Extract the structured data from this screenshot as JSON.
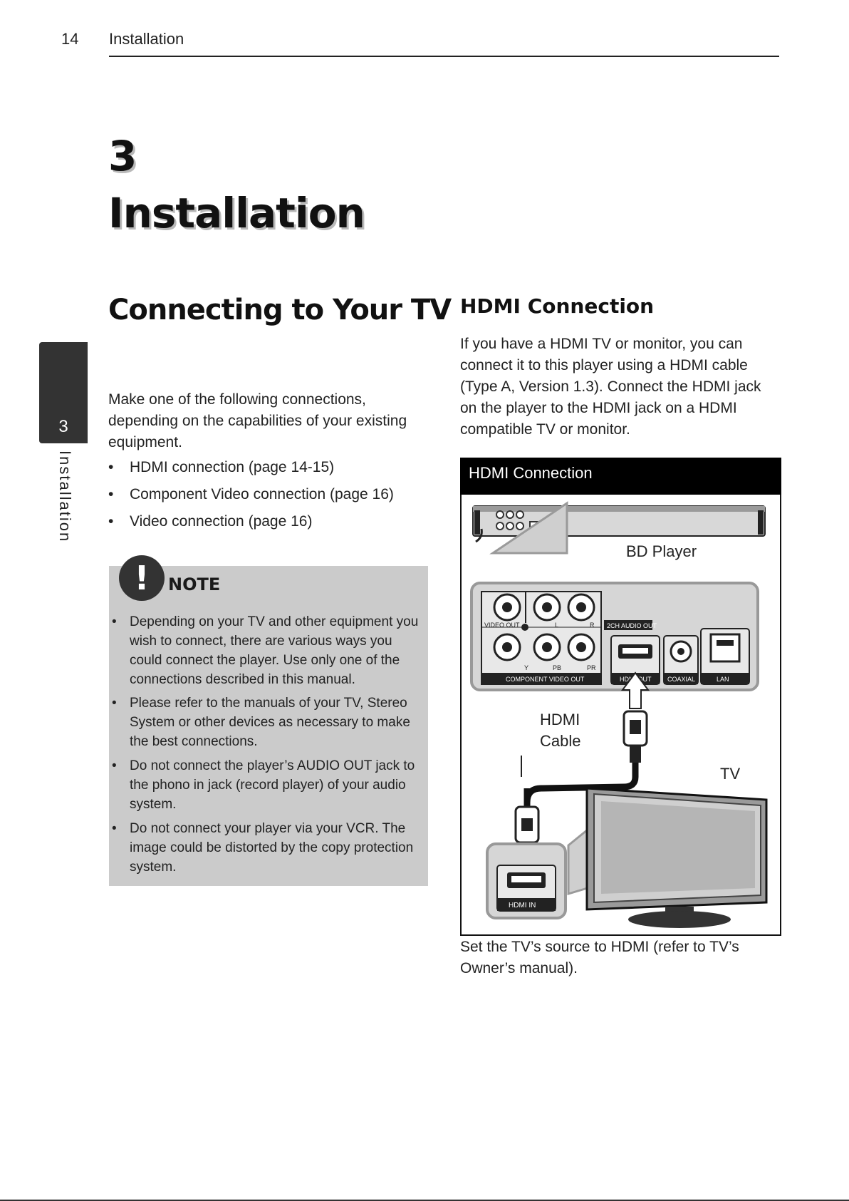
{
  "header": {
    "page_number": "14",
    "section": "Installation"
  },
  "chapter": {
    "number": "3",
    "title": "Installation"
  },
  "side_tab": {
    "number": "3",
    "label": "Installation"
  },
  "connecting": {
    "title": "Connecting to Your TV",
    "intro": "Make one of the following connections, depending on the capabilities of your existing equipment.",
    "items": [
      "HDMI connection (page 14-15)",
      "Component Video connection (page 16)",
      "Video connection (page 16)"
    ]
  },
  "note": {
    "badge": "!",
    "label": "NOTE",
    "items": [
      "Depending on your TV and other equipment you wish to connect, there are various ways you could connect the player. Use only one of the connections described in this manual.",
      "Please refer to the manuals of your TV, Stereo System or other devices as necessary to make the best connections.",
      "Do not connect the player’s AUDIO OUT jack to the phono in jack (record player) of your audio system.",
      "Do not connect your player via your VCR. The image could be distorted by the copy protection system."
    ]
  },
  "hdmi": {
    "title": "HDMI Connection",
    "paragraph": "If you have a HDMI TV or monitor, you can connect it to this player using a HDMI cable (Type A, Version 1.3). Connect the HDMI jack on the player to the HDMI jack on a HDMI compatible TV or monitor.",
    "figure": {
      "title": "HDMI Connection",
      "label_bd_player": "BD Player",
      "label_hdmi": "HDMI",
      "label_cable": "Cable",
      "label_tv": "TV",
      "panel": {
        "video_out": "VIDEO OUT",
        "l": "L",
        "r": "R",
        "audio_out": "2CH AUDIO OUT",
        "y": "Y",
        "pb": "PB",
        "pr": "PR",
        "component": "COMPONENT VIDEO OUT",
        "hdmi_out": "HDMI OUT",
        "coaxial": "COAXIAL",
        "lan": "LAN",
        "hdmi_in": "HDMI IN"
      }
    },
    "caption": "Set the TV’s source to HDMI (refer to TV’s Owner’s manual)."
  }
}
